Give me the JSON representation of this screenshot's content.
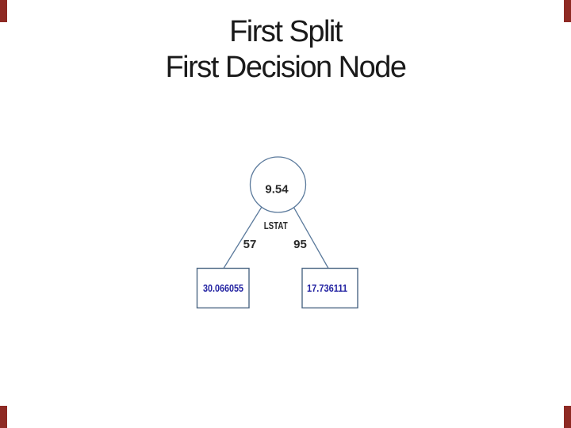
{
  "slide": {
    "title_lines": [
      "First Split",
      "First Decision Node"
    ]
  },
  "tree": {
    "root": {
      "value": "9.54",
      "split_variable": "LSTAT"
    },
    "branches": {
      "left": {
        "count": "57"
      },
      "right": {
        "count": "95"
      }
    },
    "leaves": {
      "left": {
        "value": "30.066055"
      },
      "right": {
        "value": "17.736111"
      }
    }
  },
  "colors": {
    "background": "#ffffff",
    "title_text": "#1a1a1a",
    "label_text": "#2a2a2a",
    "leaf_text": "#2323a2",
    "node_stroke": "#5b7a9c",
    "branch_line": "#5b7a9c",
    "box_stroke": "#4d6885",
    "corner_mark": "#8e2a24"
  }
}
